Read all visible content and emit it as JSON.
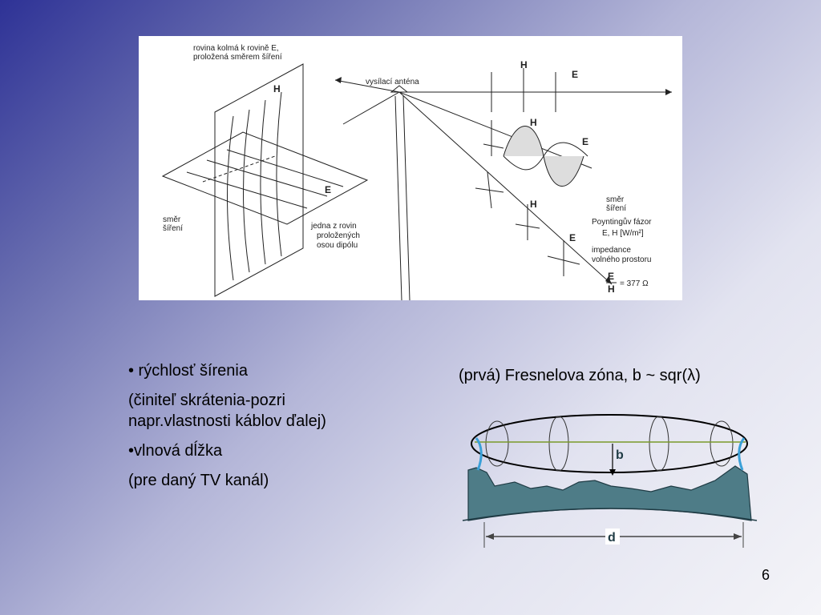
{
  "diagram_top": {
    "labels": {
      "plane_caption_1": "rovina kolmá k rovině E,",
      "plane_caption_2": "proložená směrem šíření",
      "h_left": "H",
      "e_left": "E",
      "dir_left_1": "směr",
      "dir_left_2": "šíření",
      "plane_one_1": "jedna z rovin",
      "plane_one_2": "proložených",
      "plane_one_3": "osou dipólu",
      "antenna": "vysílací anténa",
      "h_top": "H",
      "e_top": "E",
      "h_wave": "H",
      "e_wave": "E",
      "dir_right_1": "směr",
      "dir_right_2": "šíření",
      "h_low": "H",
      "e_low": "E",
      "poynting_1": "Poyntingův fázor",
      "poynting_2": "E, H   [W/m²]",
      "impedance_1": "impedance",
      "impedance_2": "volného prostoru",
      "ratio_num": "E",
      "ratio_den": "H",
      "ratio_value": "= 377 Ω"
    }
  },
  "bullets": [
    "• rýchlosť šírenia",
    "(činiteľ skrátenia-pozri napr.vlastnosti káblov ďalej)",
    "•vlnová dĺžka",
    "(pre daný TV kanál)"
  ],
  "fresnel": {
    "title": "(prvá) Fresnelova zóna, b ~ sqr(λ)",
    "label_b": "b",
    "label_d": "d",
    "colors": {
      "terrain": "#4e7c87",
      "ellipsoid": "#000000",
      "los": "#7a9a2a",
      "marker": "#3aa0d8"
    }
  },
  "page": {
    "number": "6"
  }
}
